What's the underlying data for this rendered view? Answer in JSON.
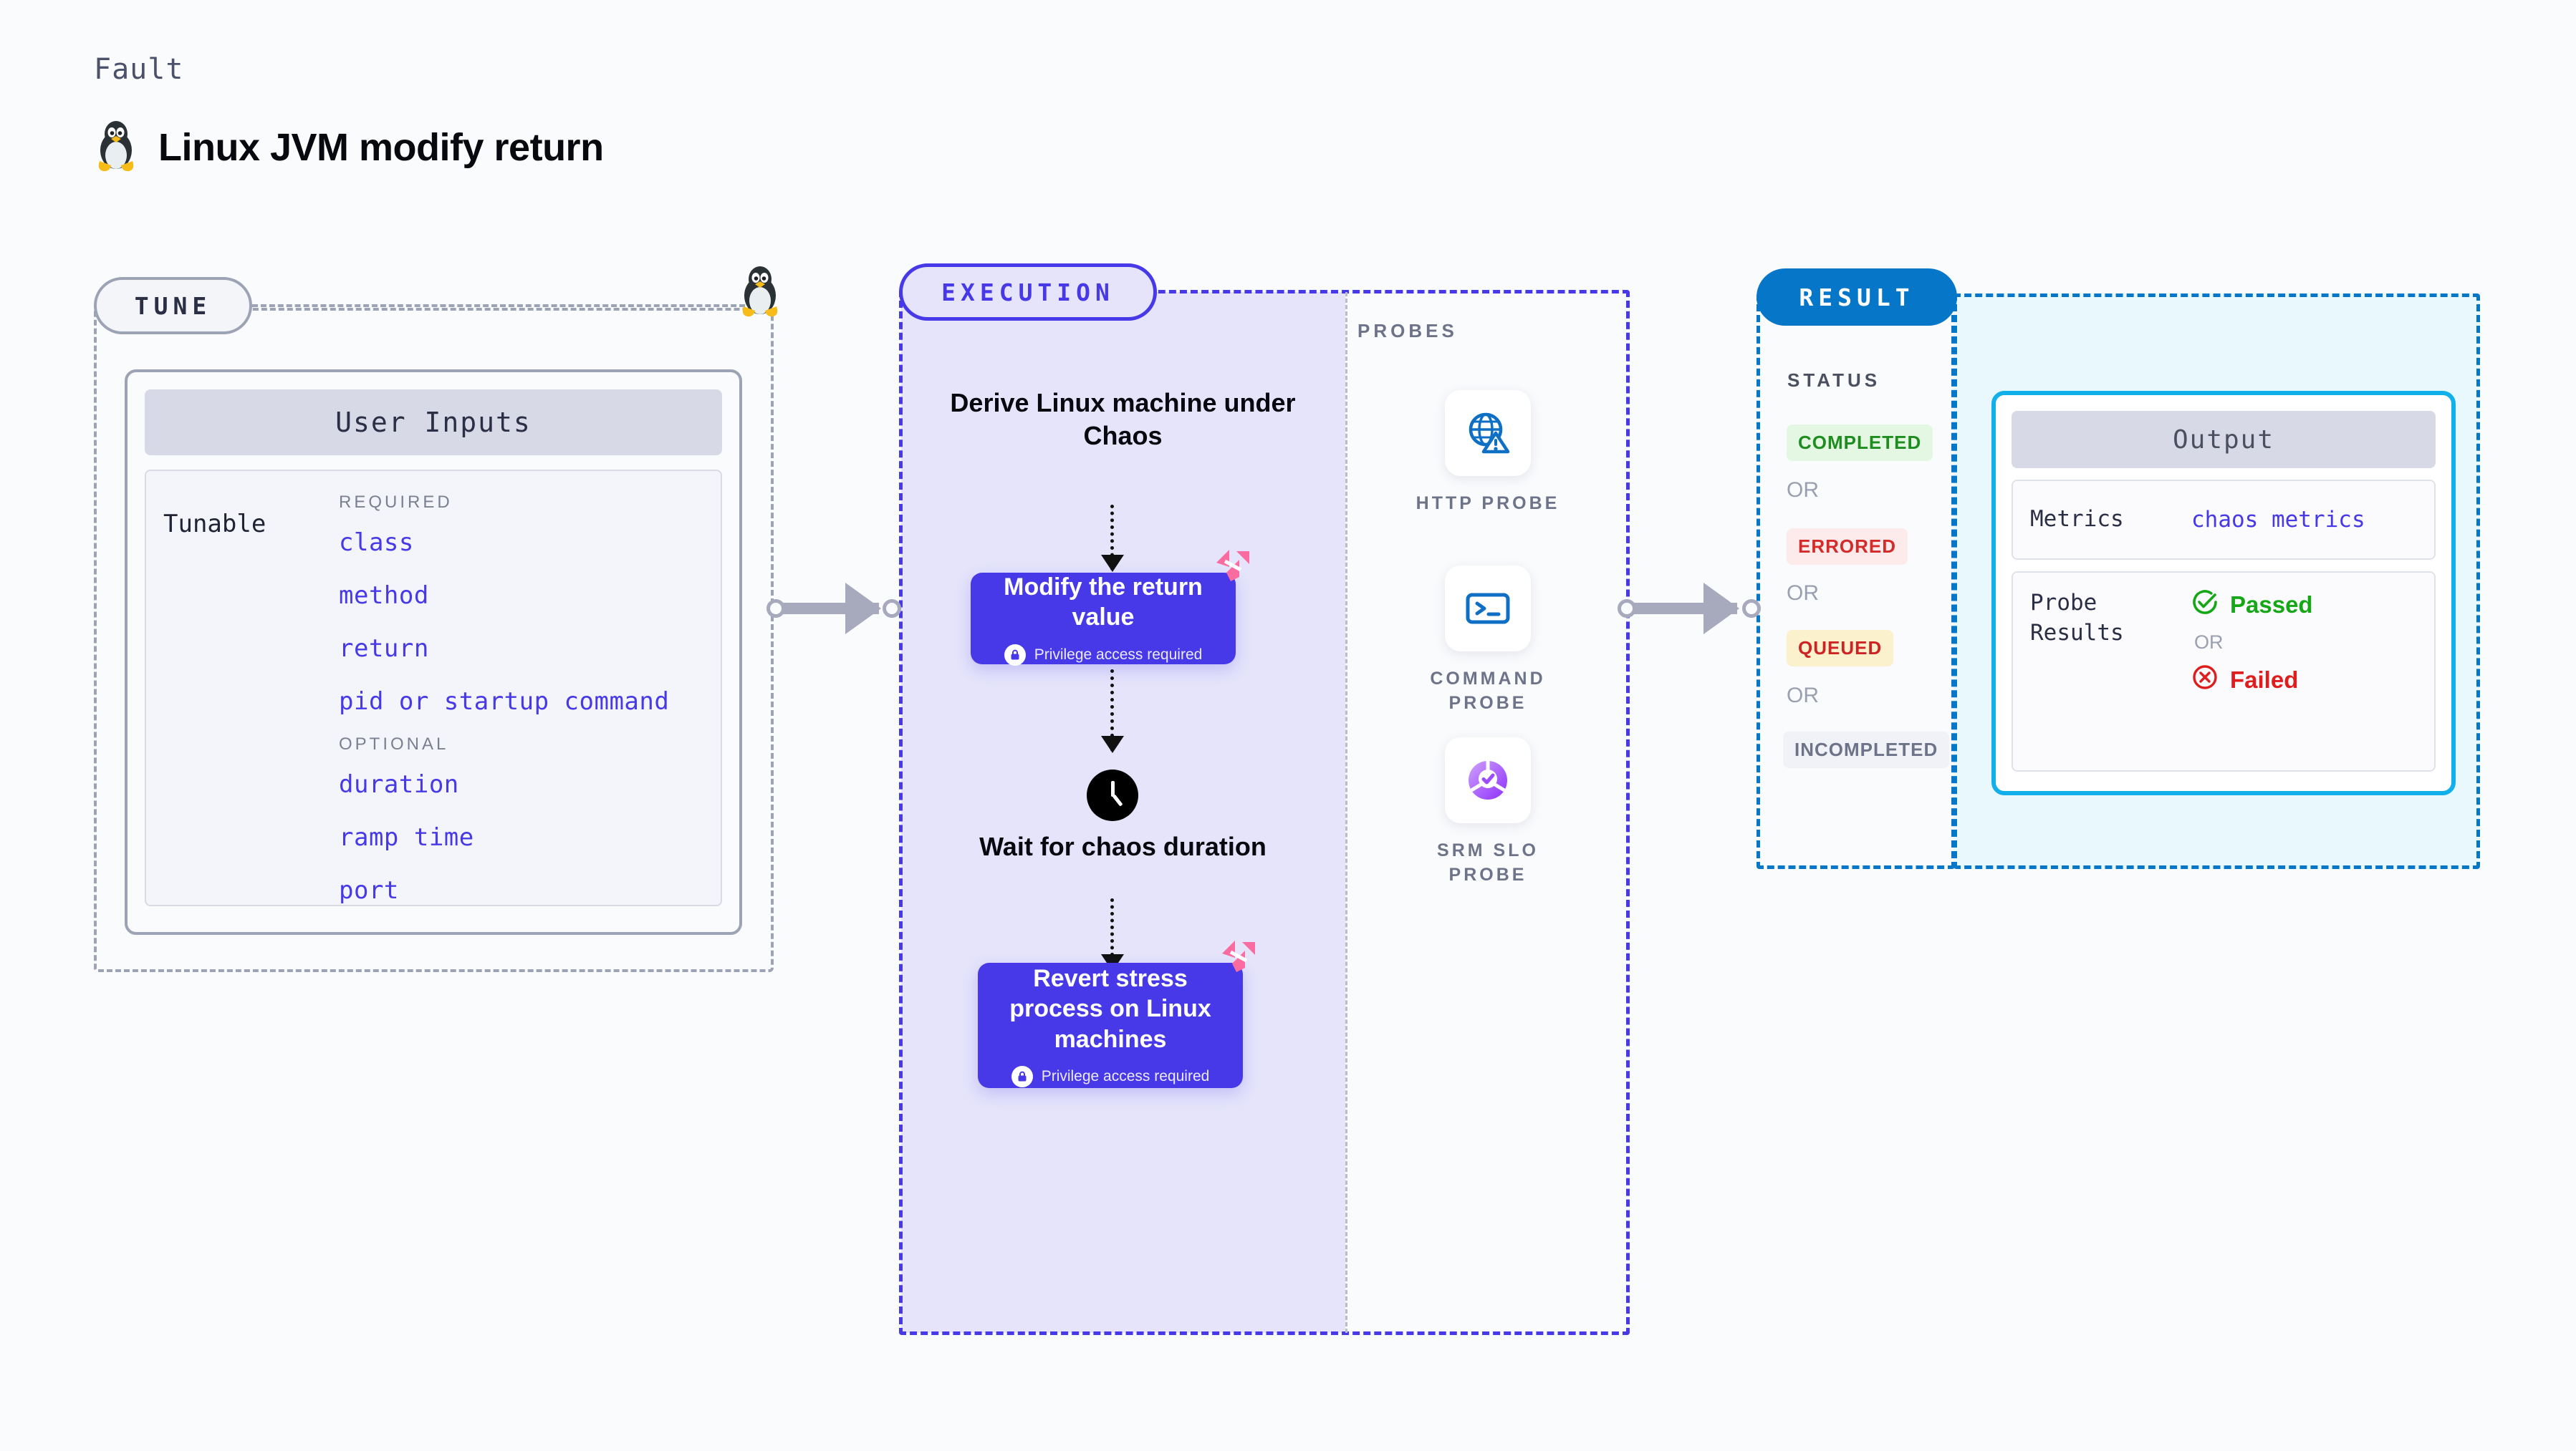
{
  "header": {
    "eyebrow": "Fault",
    "title": "Linux JVM modify return",
    "icon": "linux-tux-icon"
  },
  "tune": {
    "pill_label": "TUNE",
    "card_title": "User Inputs",
    "tunable_label": "Tunable",
    "required_label": "REQUIRED",
    "optional_label": "OPTIONAL",
    "required_fields": [
      "class",
      "method",
      "return",
      "pid or startup command"
    ],
    "optional_fields": [
      "duration",
      "ramp time",
      "port"
    ]
  },
  "execution": {
    "pill_label": "EXECUTION",
    "step_derive": "Derive Linux machine under Chaos",
    "step_modify": "Modify the return value",
    "step_modify_note": "Privilege access required",
    "step_wait": "Wait for chaos duration",
    "step_revert": "Revert stress process on Linux machines",
    "step_revert_note": "Privilege access required",
    "clock_icon": "clock-icon",
    "lock_icon": "lock-icon",
    "brand_mark": "harness-logo-icon"
  },
  "probes": {
    "section_label": "PROBES",
    "items": [
      {
        "caption": "HTTP PROBE",
        "icon": "globe-warning-icon"
      },
      {
        "caption": "COMMAND PROBE",
        "icon": "terminal-icon"
      },
      {
        "caption": "SRM SLO PROBE",
        "icon": "slo-donut-check-icon"
      }
    ]
  },
  "result": {
    "pill_label": "RESULT",
    "status_label": "STATUS",
    "or_label": "OR",
    "statuses": [
      {
        "label": "COMPLETED",
        "bg": "#e3f7e2",
        "fg": "#1d8d20"
      },
      {
        "label": "ERRORED",
        "bg": "#fdeaea",
        "fg": "#d52a2a"
      },
      {
        "label": "QUEUED",
        "bg": "#fcf1cd",
        "fg": "#cf2222"
      },
      {
        "label": "INCOMPLETED",
        "bg": "#f1f2f7",
        "fg": "#6d7388"
      }
    ]
  },
  "output": {
    "card_title": "Output",
    "metrics_key": "Metrics",
    "metrics_value": "chaos metrics",
    "probe_results_key": "Probe Results",
    "passed_label": "Passed",
    "failed_label": "Failed",
    "or_label": "OR",
    "passed_icon": "check-circle-icon",
    "failed_icon": "x-circle-icon"
  },
  "colors": {
    "page_bg": "#fafbfd",
    "tune_border": "#9ca3b4",
    "execution_accent": "#4739e8",
    "execution_fill": "#e5e4fb",
    "result_accent": "#0576c8",
    "output_fill": "#e9f8fd",
    "output_card_border": "#12b0ea",
    "field_text": "#4739e8",
    "connector": "#a7a9bd",
    "harness_pink": "#fa6ba0",
    "probe_blue": "#0f6fc4",
    "slo_purple": "#9b4dfb",
    "passed_green": "#16a716",
    "failed_red": "#e01d1d"
  }
}
